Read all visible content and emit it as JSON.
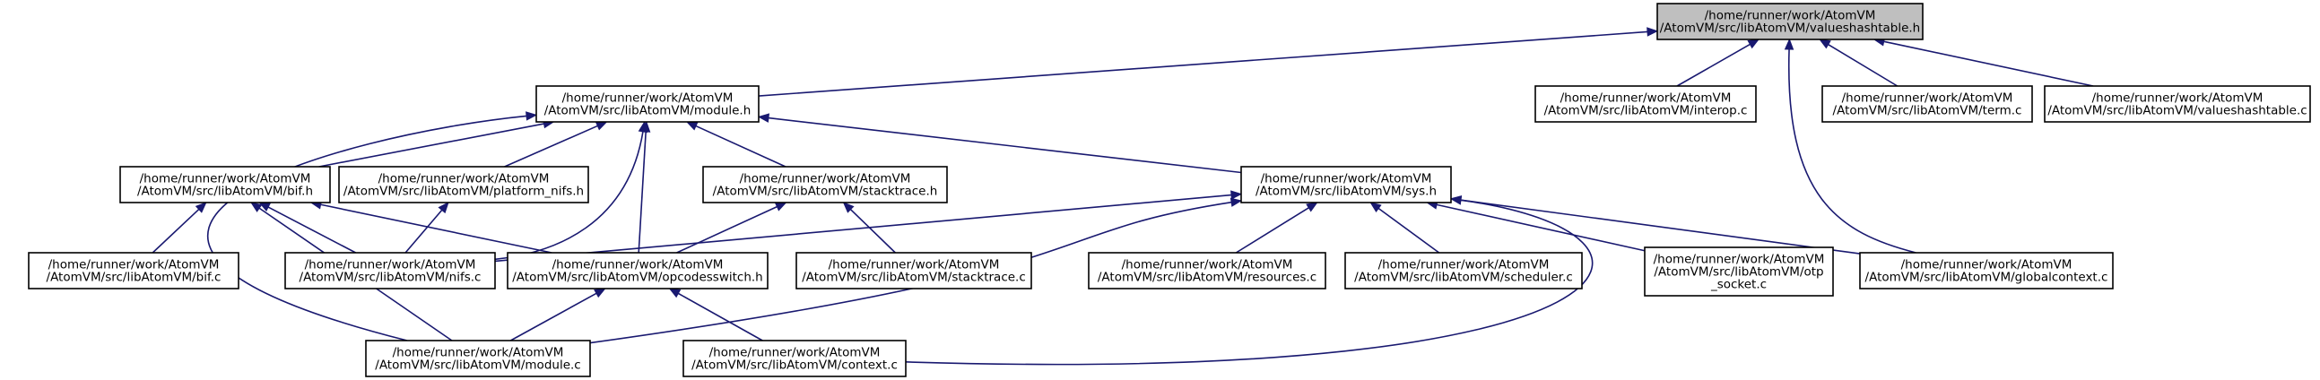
{
  "graph": {
    "edge_color": "#191970",
    "root_fill": "#bfbfbf",
    "nodes": {
      "valueshashtable_h": {
        "lines": [
          "/home/runner/work/AtomVM",
          "/AtomVM/src/libAtomVM/valueshashtable.h"
        ],
        "root": true
      },
      "module_h": {
        "lines": [
          "/home/runner/work/AtomVM",
          "/AtomVM/src/libAtomVM/module.h"
        ]
      },
      "interop_c": {
        "lines": [
          "/home/runner/work/AtomVM",
          "/AtomVM/src/libAtomVM/interop.c"
        ]
      },
      "term_c": {
        "lines": [
          "/home/runner/work/AtomVM",
          "/AtomVM/src/libAtomVM/term.c"
        ]
      },
      "valueshashtable_c": {
        "lines": [
          "/home/runner/work/AtomVM",
          "/AtomVM/src/libAtomVM/valueshashtable.c"
        ]
      },
      "bif_h": {
        "lines": [
          "/home/runner/work/AtomVM",
          "/AtomVM/src/libAtomVM/bif.h"
        ]
      },
      "platform_nifs_h": {
        "lines": [
          "/home/runner/work/AtomVM",
          "/AtomVM/src/libAtomVM/platform_nifs.h"
        ]
      },
      "stacktrace_h": {
        "lines": [
          "/home/runner/work/AtomVM",
          "/AtomVM/src/libAtomVM/stacktrace.h"
        ]
      },
      "sys_h": {
        "lines": [
          "/home/runner/work/AtomVM",
          "/AtomVM/src/libAtomVM/sys.h"
        ]
      },
      "bif_c": {
        "lines": [
          "/home/runner/work/AtomVM",
          "/AtomVM/src/libAtomVM/bif.c"
        ]
      },
      "nifs_c": {
        "lines": [
          "/home/runner/work/AtomVM",
          "/AtomVM/src/libAtomVM/nifs.c"
        ]
      },
      "opcodesswitch_h": {
        "lines": [
          "/home/runner/work/AtomVM",
          "/AtomVM/src/libAtomVM/opcodesswitch.h"
        ]
      },
      "stacktrace_c": {
        "lines": [
          "/home/runner/work/AtomVM",
          "/AtomVM/src/libAtomVM/stacktrace.c"
        ]
      },
      "resources_c": {
        "lines": [
          "/home/runner/work/AtomVM",
          "/AtomVM/src/libAtomVM/resources.c"
        ]
      },
      "scheduler_c": {
        "lines": [
          "/home/runner/work/AtomVM",
          "/AtomVM/src/libAtomVM/scheduler.c"
        ]
      },
      "otp_socket_c": {
        "lines": [
          "/home/runner/work/AtomVM",
          "/AtomVM/src/libAtomVM/otp",
          "_socket.c"
        ]
      },
      "globalcontext_c": {
        "lines": [
          "/home/runner/work/AtomVM",
          "/AtomVM/src/libAtomVM/globalcontext.c"
        ]
      },
      "module_c": {
        "lines": [
          "/home/runner/work/AtomVM",
          "/AtomVM/src/libAtomVM/module.c"
        ]
      },
      "context_c": {
        "lines": [
          "/home/runner/work/AtomVM",
          "/AtomVM/src/libAtomVM/context.c"
        ]
      }
    },
    "edges": [
      [
        "valueshashtable_h",
        "module_h"
      ],
      [
        "valueshashtable_h",
        "interop_c"
      ],
      [
        "valueshashtable_h",
        "term_c"
      ],
      [
        "valueshashtable_h",
        "valueshashtable_c"
      ],
      [
        "valueshashtable_h",
        "globalcontext_c"
      ],
      [
        "module_h",
        "bif_h"
      ],
      [
        "module_h",
        "platform_nifs_h"
      ],
      [
        "module_h",
        "stacktrace_h"
      ],
      [
        "module_h",
        "sys_h"
      ],
      [
        "module_h",
        "nifs_c"
      ],
      [
        "module_h",
        "opcodesswitch_h"
      ],
      [
        "module_h",
        "module_c"
      ],
      [
        "bif_h",
        "bif_c"
      ],
      [
        "bif_h",
        "nifs_c"
      ],
      [
        "bif_h",
        "opcodesswitch_h"
      ],
      [
        "bif_h",
        "module_c"
      ],
      [
        "platform_nifs_h",
        "nifs_c"
      ],
      [
        "stacktrace_h",
        "opcodesswitch_h"
      ],
      [
        "stacktrace_h",
        "stacktrace_c"
      ],
      [
        "sys_h",
        "nifs_c"
      ],
      [
        "sys_h",
        "resources_c"
      ],
      [
        "sys_h",
        "scheduler_c"
      ],
      [
        "sys_h",
        "otp_socket_c"
      ],
      [
        "sys_h",
        "globalcontext_c"
      ],
      [
        "sys_h",
        "module_c"
      ],
      [
        "sys_h",
        "context_c"
      ],
      [
        "opcodesswitch_h",
        "module_c"
      ],
      [
        "opcodesswitch_h",
        "context_c"
      ]
    ]
  }
}
